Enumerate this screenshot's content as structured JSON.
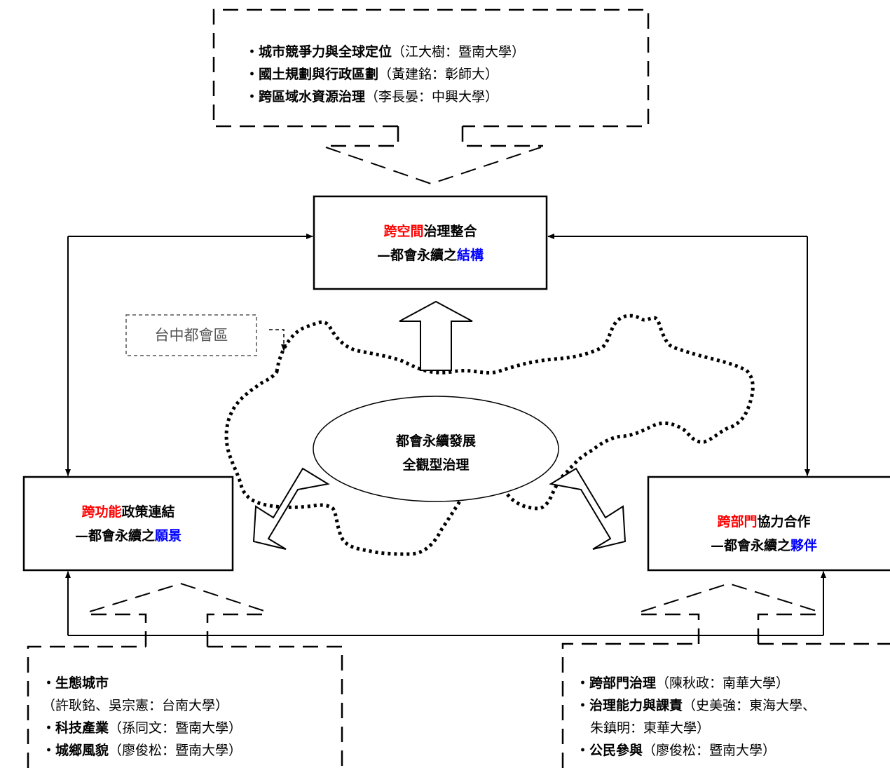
{
  "top_box": {
    "items": [
      {
        "topic": "城市競爭力與全球定位",
        "person": "（江大樹：暨南大學）"
      },
      {
        "topic": "國土規劃與行政區劃",
        "person": "（黃建銘：彰師大）"
      },
      {
        "topic": "跨區域水資源治理",
        "person": "（李長晏：中興大學）"
      }
    ]
  },
  "center_top": {
    "prefix": "跨空間",
    "suffix": "治理整合",
    "line2_prefix": "—都會永續之",
    "line2_highlight": "結構"
  },
  "center_left": {
    "prefix": "跨功能",
    "suffix": "政策連結",
    "line2_prefix": "—都會永續之",
    "line2_highlight": "願景"
  },
  "center_right": {
    "prefix": "跨部門",
    "suffix": "協力合作",
    "line2_prefix": "—都會永續之",
    "line2_highlight": "夥伴"
  },
  "ellipse": {
    "line1": "都會永續發展",
    "line2": "全觀型治理"
  },
  "region_label": "台中都會區",
  "left_box": {
    "item1_topic": "生態城市",
    "item1_person": "（許耿銘、吳宗憲：台南大學）",
    "item2_topic": "科技產業",
    "item2_person": "（孫同文：暨南大學）",
    "item3_topic": "城鄉風貌",
    "item3_person": "（廖俊松：暨南大學）"
  },
  "right_box": {
    "item1_topic": "跨部門治理",
    "item1_person": "（陳秋政：南華大學）",
    "item2_topic": "治理能力與課責",
    "item2_person": "（史美強：東海大學、",
    "item2_person_cont": "朱鎮明：東華大學）",
    "item3_topic": "公民參與",
    "item3_person": "（廖俊松：暨南大學）"
  },
  "bullet": "・"
}
